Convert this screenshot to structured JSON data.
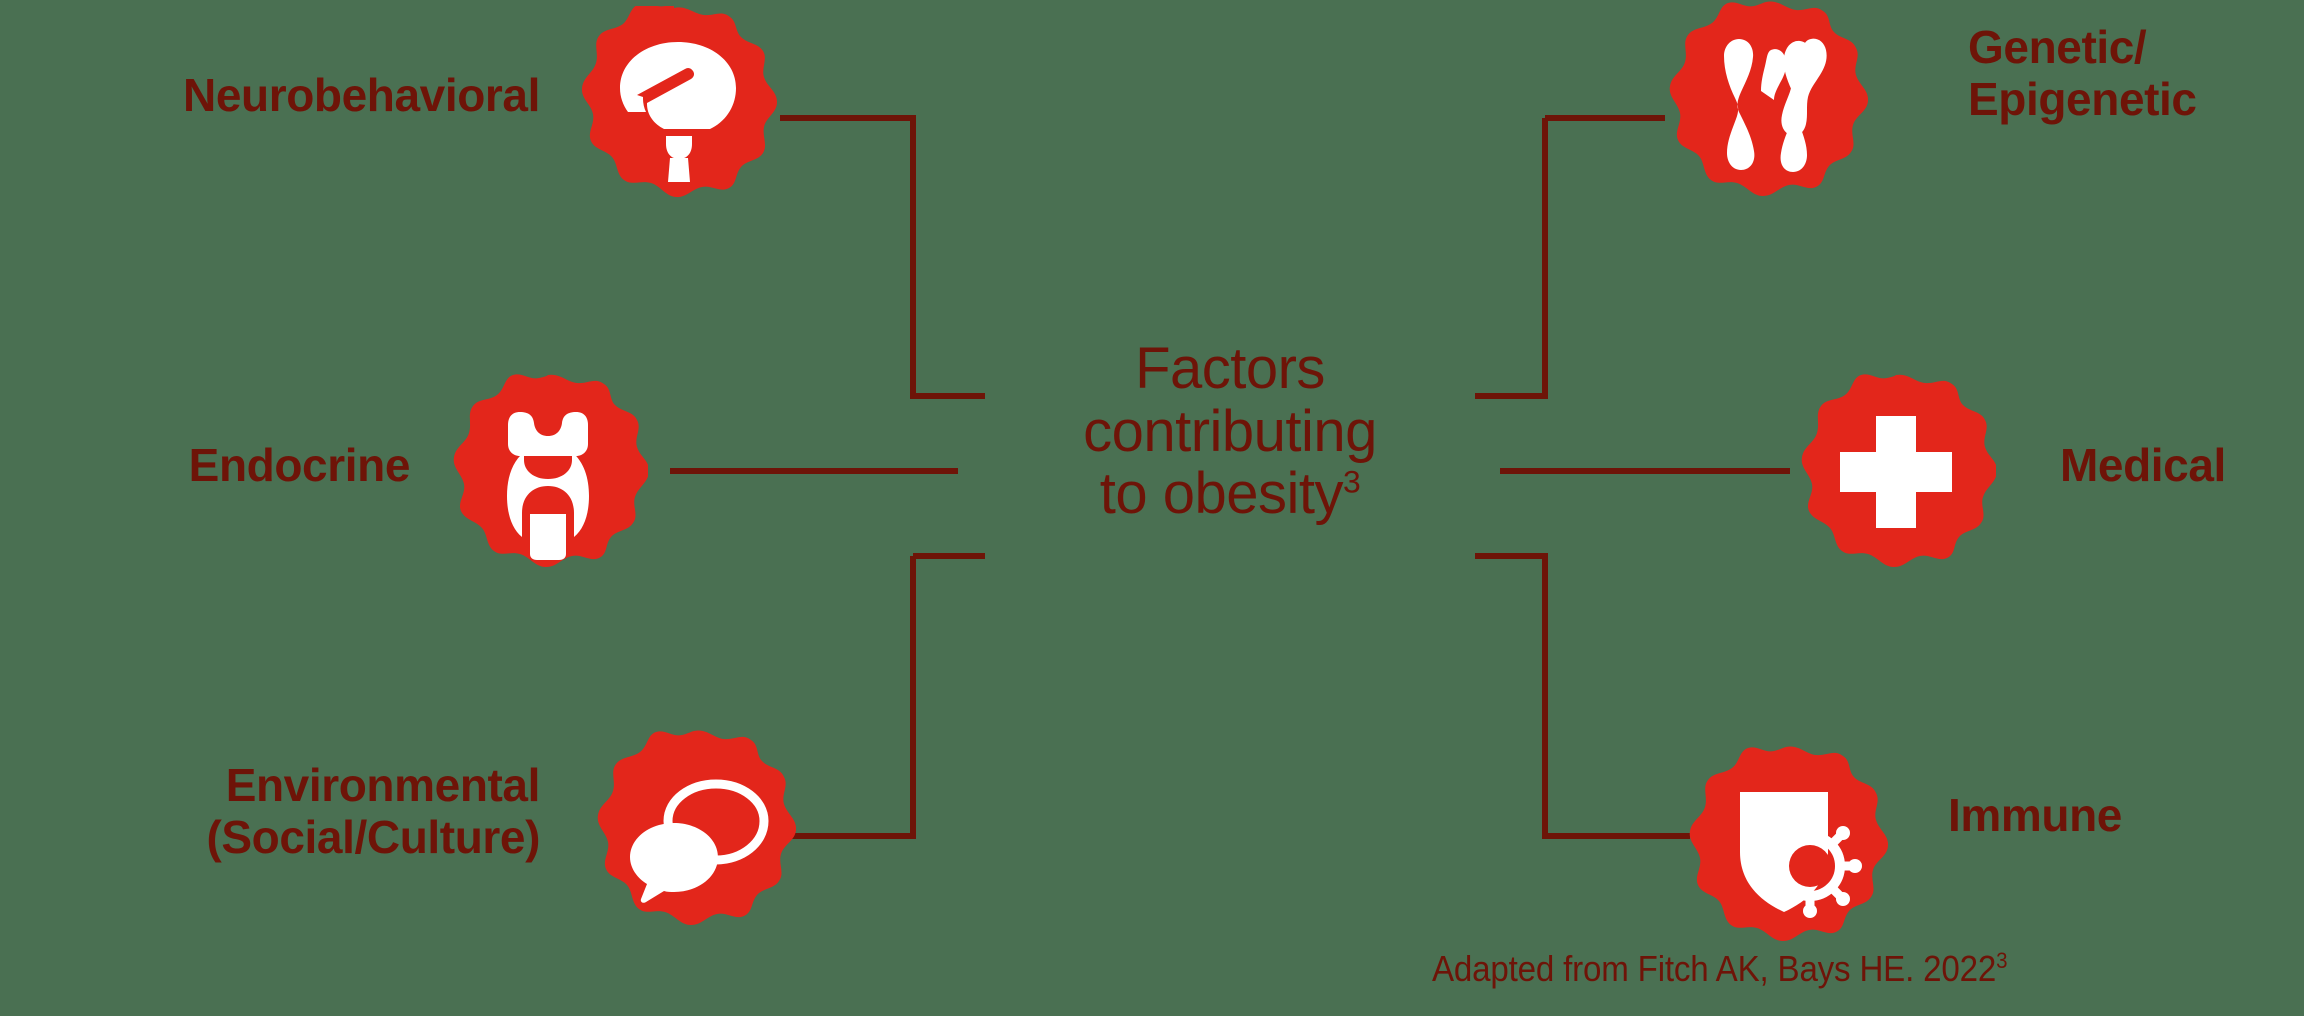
{
  "diagram": {
    "center": {
      "line1": "Factors",
      "line2": "contributing",
      "line3": "to obesity",
      "superscript": "3"
    },
    "footnote": {
      "text": "Adapted from Fitch AK, Bays HE. 2022",
      "superscript": "3"
    },
    "colors": {
      "background": "#4a7052",
      "text_maroon": "#6e1408",
      "blob_red": "#e3261b",
      "icon_white": "#ffffff",
      "connector": "#6e1408"
    },
    "nodes": [
      {
        "id": "neurobehavioral",
        "label": "Neurobehavioral",
        "side": "left",
        "row": "top",
        "icon": "brain-icon"
      },
      {
        "id": "endocrine",
        "label": "Endocrine",
        "side": "left",
        "row": "middle",
        "icon": "thyroid-icon"
      },
      {
        "id": "environmental",
        "label": "Environmental\n(Social/Culture)",
        "side": "left",
        "row": "bottom",
        "icon": "speech-bubbles-icon"
      },
      {
        "id": "genetic-epigenetic",
        "label": "Genetic/\nEpigenetic",
        "side": "right",
        "row": "top",
        "icon": "chromosome-icon"
      },
      {
        "id": "medical",
        "label": "Medical",
        "side": "right",
        "row": "middle",
        "icon": "medical-cross-icon"
      },
      {
        "id": "immune",
        "label": "Immune",
        "side": "right",
        "row": "bottom",
        "icon": "shield-virus-icon"
      }
    ]
  }
}
